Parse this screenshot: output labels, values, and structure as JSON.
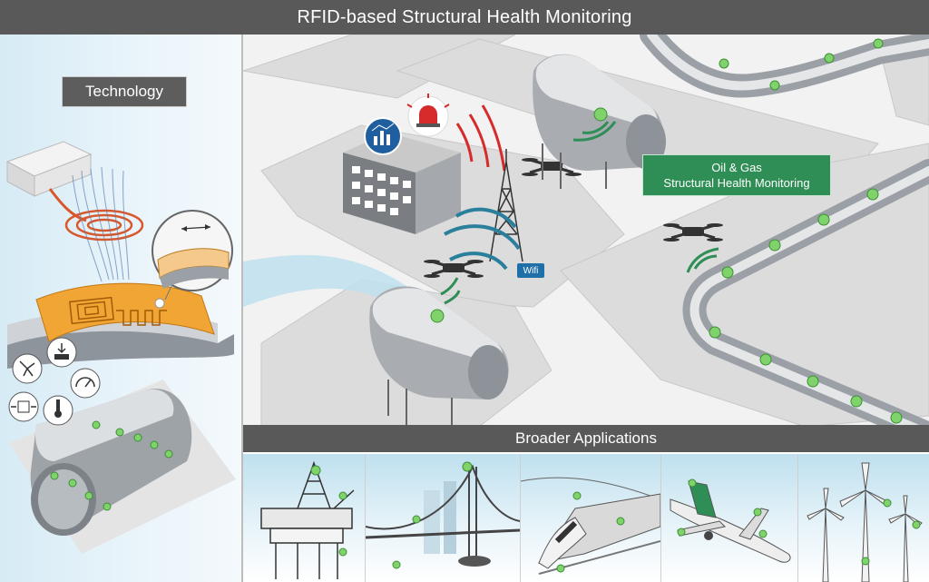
{
  "title": "RFID-based Structural Health Monitoring",
  "technology_label": "Technology",
  "oil_gas_label": {
    "line1": "Oil & Gas",
    "line2": "Structural Health Monitoring"
  },
  "wifi_label": "Wifi",
  "broader_label": "Broader Applications",
  "applications": [
    {
      "icon": "offshore-platform-icon"
    },
    {
      "icon": "suspension-bridge-icon"
    },
    {
      "icon": "train-icon"
    },
    {
      "icon": "airplane-icon"
    },
    {
      "icon": "wind-turbine-icon"
    }
  ],
  "colors": {
    "header": "#595959",
    "sensor_green": "#7fd36a",
    "label_green": "#2f8e55",
    "wifi_blue": "#1f6fa8",
    "alarm_red": "#d62b2b",
    "sensor_orange": "#f0a535"
  }
}
